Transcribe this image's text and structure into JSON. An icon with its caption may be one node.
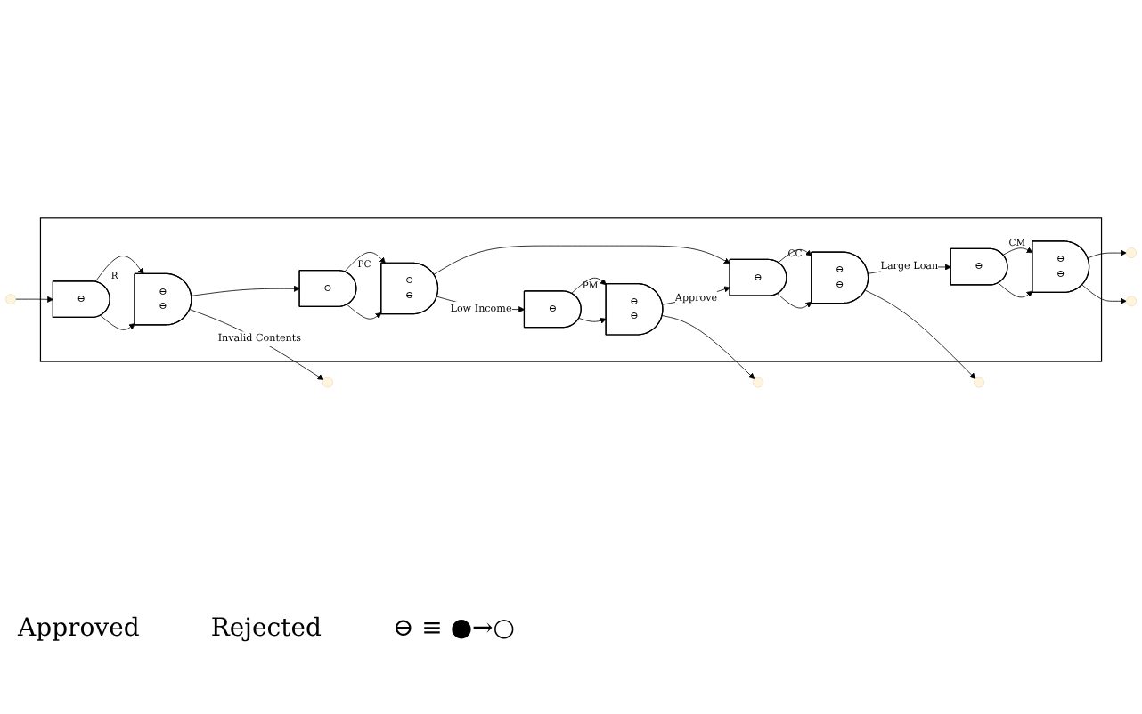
{
  "diagram": {
    "nodes": [
      {
        "text": [],
        "shape": "box"
      },
      {
        "text": [
          "⊖"
        ],
        "beside": [
          "R"
        ],
        "in": 0
      },
      {
        "text": [
          "⊖",
          "⊖"
        ],
        "in": 0
      },
      {
        "text": [
          "⊖"
        ],
        "beside": [
          "PC"
        ],
        "in": 0
      },
      {
        "text": [
          "⊖",
          "⊖"
        ],
        "in": 0
      },
      {
        "text": [
          "⊖"
        ],
        "beside": [
          "CC"
        ],
        "in": 0
      },
      {
        "text": [
          "⊖",
          "⊖"
        ],
        "in": 0
      },
      {
        "text": [
          "⊖"
        ],
        "beside": [
          "PM"
        ],
        "in": 0
      },
      {
        "text": [
          "⊖",
          "⊖"
        ],
        "in": 0
      },
      {
        "text": [
          "⊖"
        ],
        "beside": [
          "CM"
        ],
        "in": 0
      },
      {
        "text": [
          "⊖",
          "⊖"
        ],
        "in": 0
      }
    ],
    "edges": [
      {
        "from": null,
        "to": 1,
        "arrow": "to"
      },
      {
        "from": 1,
        "to": 2,
        "arrow": "to"
      },
      {
        "from": 1,
        "to": 2,
        "arrow": "to"
      },
      {
        "from": 2,
        "to": 3,
        "arrow": "to"
      },
      {
        "from": 2,
        "to": null,
        "arrow": "to",
        "label": "Invalid Contents"
      },
      {
        "from": 3,
        "to": 4,
        "arrow": "to"
      },
      {
        "from": 3,
        "to": 4,
        "arrow": "to"
      },
      {
        "from": 4,
        "to": 5,
        "arrow": "to"
      },
      {
        "from": 4,
        "to": 7,
        "arrow": "to",
        "label": "Low Income"
      },
      {
        "from": 5,
        "to": 6,
        "arrow": "to"
      },
      {
        "from": 5,
        "to": 6,
        "arrow": "to"
      },
      {
        "from": 6,
        "to": null,
        "arrow": "to"
      },
      {
        "from": 6,
        "to": 9,
        "arrow": "to",
        "label": "Large Loan"
      },
      {
        "from": 7,
        "to": 8,
        "arrow": "to"
      },
      {
        "from": 7,
        "to": 8,
        "arrow": "to"
      },
      {
        "from": 8,
        "to": 5,
        "arrow": "to",
        "label": "Approve"
      },
      {
        "from": 8,
        "to": null,
        "arrow": "to"
      },
      {
        "from": 9,
        "to": 10,
        "arrow": "to"
      },
      {
        "from": 9,
        "to": 10,
        "arrow": "to"
      },
      {
        "from": 10,
        "to": null,
        "arrow": "to"
      },
      {
        "from": 10,
        "to": null,
        "arrow": "to"
      }
    ],
    "labels": [
      "Approved",
      "Rejected",
      "⊖ ≡ ●→○"
    ]
  }
}
